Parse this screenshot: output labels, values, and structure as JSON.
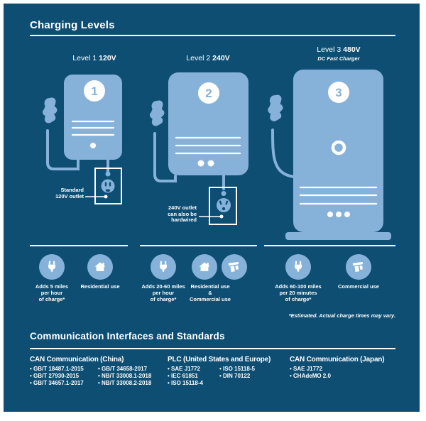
{
  "colors": {
    "background": "#0e4e73",
    "accent_light_blue": "#86b2da",
    "text_white": "#ffffff"
  },
  "charging_section": {
    "title": "Charging Levels"
  },
  "levels": [
    {
      "name": "Level 1",
      "voltage": "120V",
      "number": "1",
      "note": "Standard\n120V outlet"
    },
    {
      "name": "Level 2",
      "voltage": "240V",
      "number": "2",
      "note": "240V outlet\ncan also be\nhardwired"
    },
    {
      "name": "Level 3",
      "voltage": "480V",
      "subtitle": "DC Fast Charger",
      "number": "3"
    }
  ],
  "benefits": {
    "level1": {
      "rate": "Adds 5 miles\nper hour\nof charge*",
      "use": "Residential use"
    },
    "level2": {
      "rate": "Adds 20-60 miles\nper hour\nof charge*",
      "use": "Residential use\n&\nCommercial use"
    },
    "level3": {
      "rate": "Adds 60-100 miles\nper 20 minutes\nof charge*",
      "use": "Commercial use"
    },
    "footnote": "*Estimated. Actual charge times may vary."
  },
  "standards_section": {
    "title": "Communication Interfaces and Standards",
    "groups": [
      {
        "heading": "CAN Communication (China)",
        "col_a": [
          "• GB/T 18487.1-2015",
          "• GB/T 27930-2015",
          "• GB/T 34657.1-2017"
        ],
        "col_b": [
          "• GB/T 34658-2017",
          "• NB/T 33008.1-2018",
          "• NB/T 33008.2-2018"
        ]
      },
      {
        "heading": "PLC (United States and Europe)",
        "col_a": [
          "• SAE J1772",
          "• IEC 61851",
          "• ISO 15118-4"
        ],
        "col_b": [
          "• ISO 15118-5",
          "• DIN 70122"
        ]
      },
      {
        "heading": "CAN Communication (Japan)",
        "col_a": [
          "• SAE J1772",
          "• CHAdeMO 2.0"
        ],
        "col_b": []
      }
    ]
  }
}
